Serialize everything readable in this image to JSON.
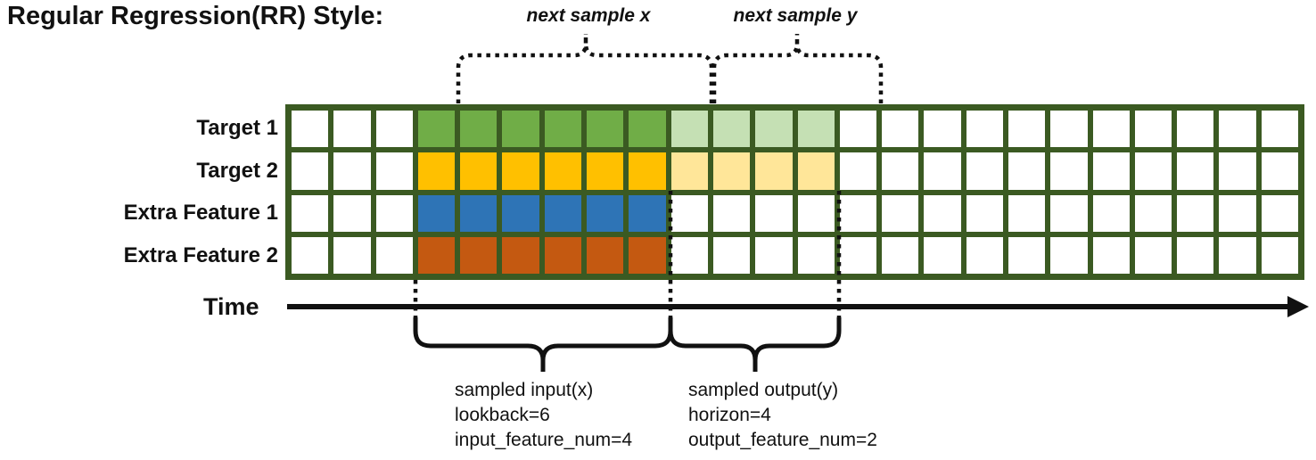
{
  "title": "Regular Regression(RR) Style:",
  "colors": {
    "grid_border": "#3B5A22",
    "target1": "#70AD47",
    "target1_light": "#C5E0B4",
    "target2": "#FFC000",
    "target2_light": "#FFE699",
    "extra1": "#2E74B6",
    "extra2": "#C45911",
    "white": "#FFFFFF",
    "line": "#111111"
  },
  "annotations": {
    "next_sample_x": "next sample x",
    "next_sample_y": "next sample y",
    "time_label": "Time",
    "input_lines": [
      "sampled input(x)",
      "lookback=6",
      "input_feature_num=4"
    ],
    "output_lines": [
      "sampled output(y)",
      "horizon=4",
      "output_feature_num=2"
    ]
  },
  "params": {
    "lookback": 6,
    "horizon": 4,
    "input_feature_num": 4,
    "output_feature_num": 2
  },
  "grid": {
    "columns": 24,
    "rows": [
      {
        "label": "Target 1",
        "runs": [
          {
            "count": 3,
            "color": "white"
          },
          {
            "count": 6,
            "color": "target1"
          },
          {
            "count": 4,
            "color": "target1_light"
          },
          {
            "count": 11,
            "color": "white"
          }
        ]
      },
      {
        "label": "Target 2",
        "runs": [
          {
            "count": 3,
            "color": "white"
          },
          {
            "count": 6,
            "color": "target2"
          },
          {
            "count": 4,
            "color": "target2_light"
          },
          {
            "count": 11,
            "color": "white"
          }
        ]
      },
      {
        "label": "Extra Feature 1",
        "runs": [
          {
            "count": 3,
            "color": "white"
          },
          {
            "count": 6,
            "color": "extra1"
          },
          {
            "count": 15,
            "color": "white"
          }
        ]
      },
      {
        "label": "Extra Feature 2",
        "runs": [
          {
            "count": 3,
            "color": "white"
          },
          {
            "count": 6,
            "color": "extra2"
          },
          {
            "count": 15,
            "color": "white"
          }
        ]
      }
    ]
  }
}
